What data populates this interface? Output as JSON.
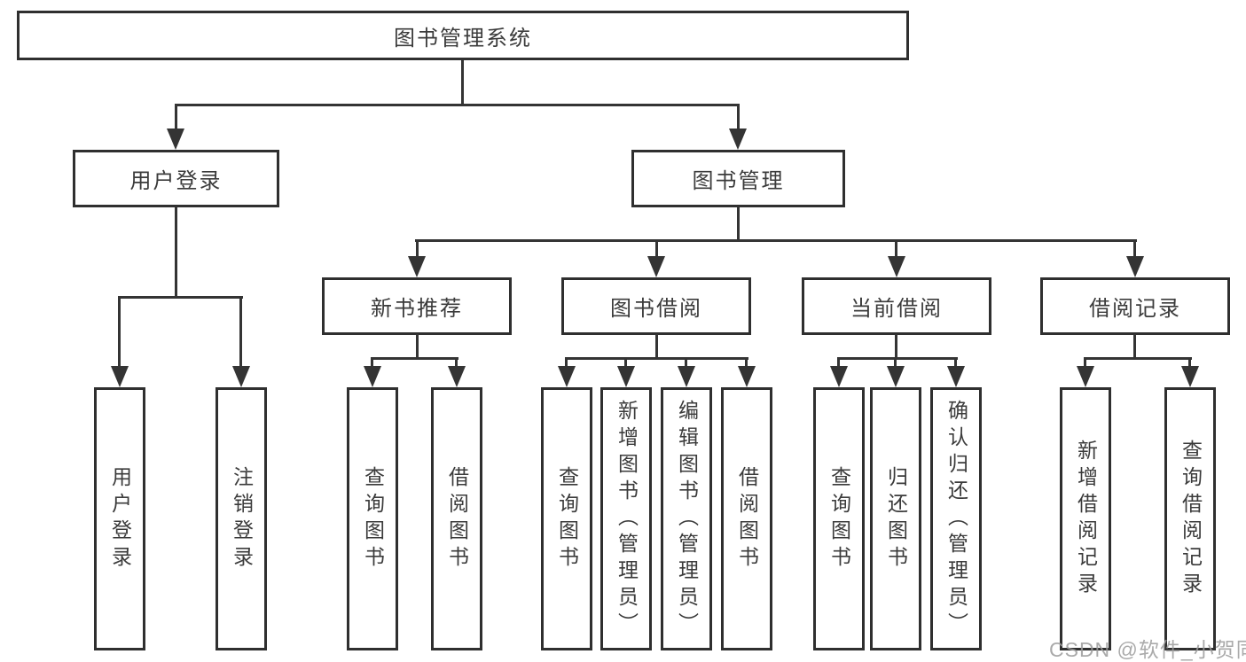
{
  "diagram": {
    "root": "图书管理系统",
    "branches": [
      {
        "label": "用户登录",
        "leaves": [
          "用户登录",
          "注销登录"
        ]
      },
      {
        "label": "图书管理",
        "groups": [
          {
            "label": "新书推荐",
            "leaves": [
              "查询图书",
              "借阅图书"
            ]
          },
          {
            "label": "图书借阅",
            "leaves": [
              "查询图书",
              "新增图书（管理员）",
              "编辑图书（管理员）",
              "借阅图书"
            ]
          },
          {
            "label": "当前借阅",
            "leaves": [
              "查询图书",
              "归还图书",
              "确认归还（管理员）"
            ]
          },
          {
            "label": "借阅记录",
            "leaves": [
              "新增借阅记录",
              "查询借阅记录"
            ]
          }
        ]
      }
    ]
  },
  "watermark": "CSDN @软件_小贺同学",
  "colors": {
    "line": "#343434",
    "box_border": "#2f2f2f",
    "text": "#3b3b3b",
    "watermark": "#9b9b9b",
    "background": "#ffffff"
  }
}
